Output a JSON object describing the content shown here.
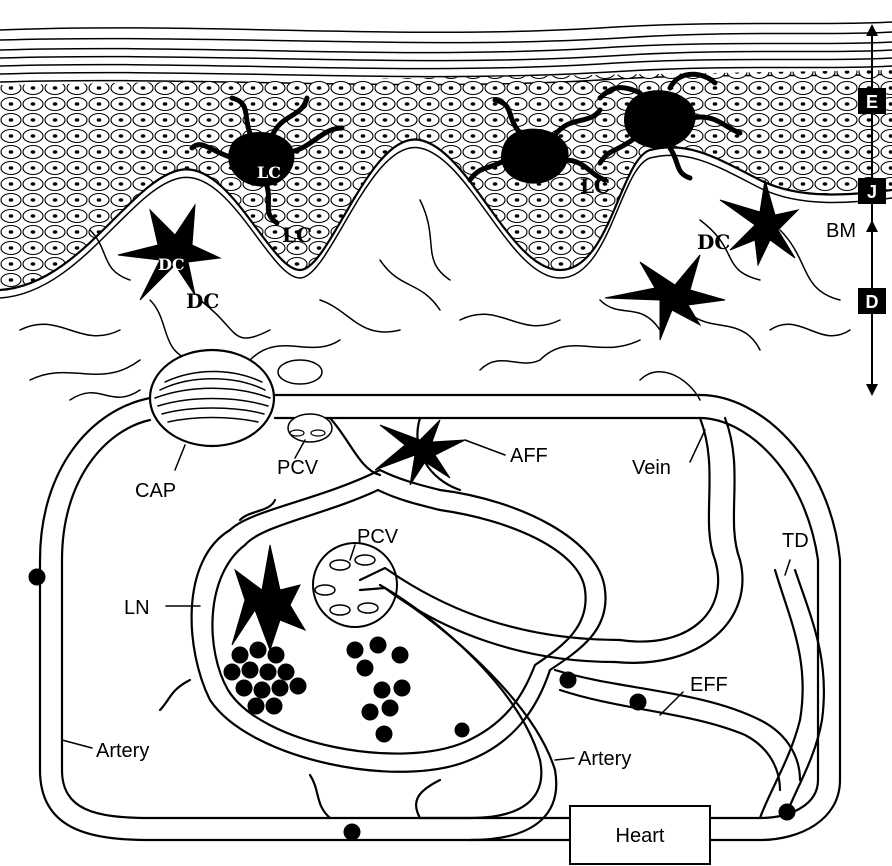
{
  "layer_markers": [
    "E",
    "J",
    "D"
  ],
  "labels": {
    "bm": "BM",
    "lc_1": "LC",
    "lc_2": "LC",
    "lc_3": "LC",
    "dc_1": "DC",
    "dc_2": "DC",
    "dc_3": "DC",
    "cap": "CAP",
    "pcv_1": "PCV",
    "pcv_2": "PCV",
    "aff": "AFF",
    "vein": "Vein",
    "td": "TD",
    "ln": "LN",
    "eff": "EFF",
    "artery_1": "Artery",
    "artery_2": "Artery",
    "heart": "Heart"
  }
}
